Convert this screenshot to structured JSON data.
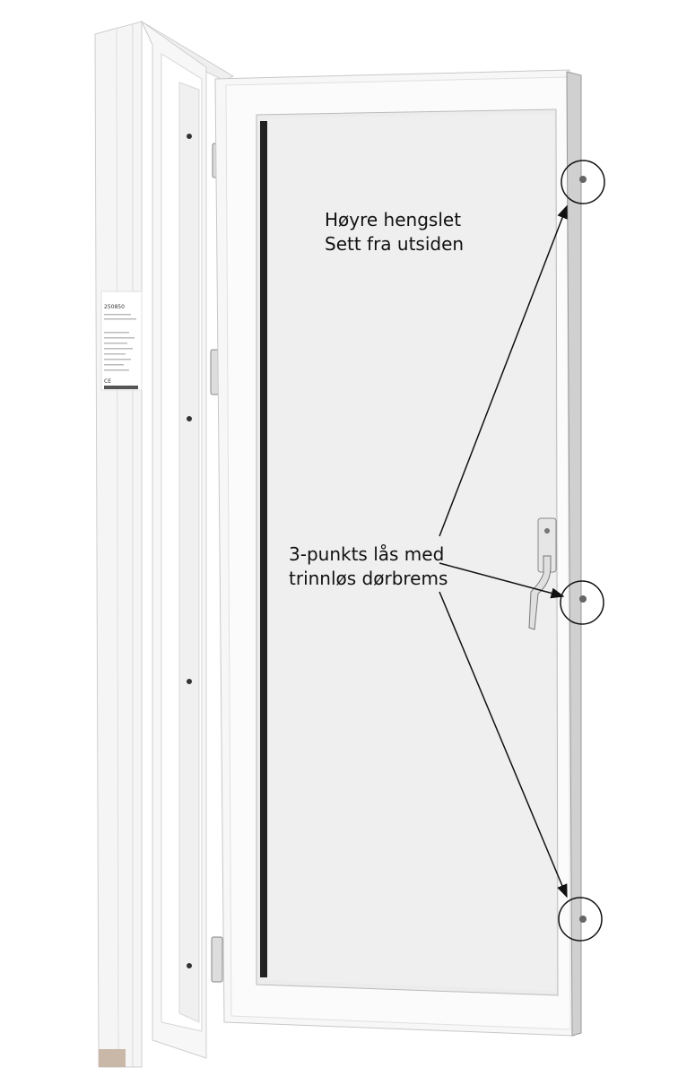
{
  "annotations": {
    "hinge_line1": "Høyre hengslet",
    "hinge_line2": "Sett fra utsiden",
    "lock_line1": "3-punkts lås med",
    "lock_line2": "trinnløs dørbrems"
  },
  "label": {
    "product_number": "250850",
    "ce_mark": "CE"
  },
  "colors": {
    "frame": "#f4f4f4",
    "frame_edge": "#cfcfcf",
    "glass": "#eeeeee",
    "annotation": "#111111"
  }
}
